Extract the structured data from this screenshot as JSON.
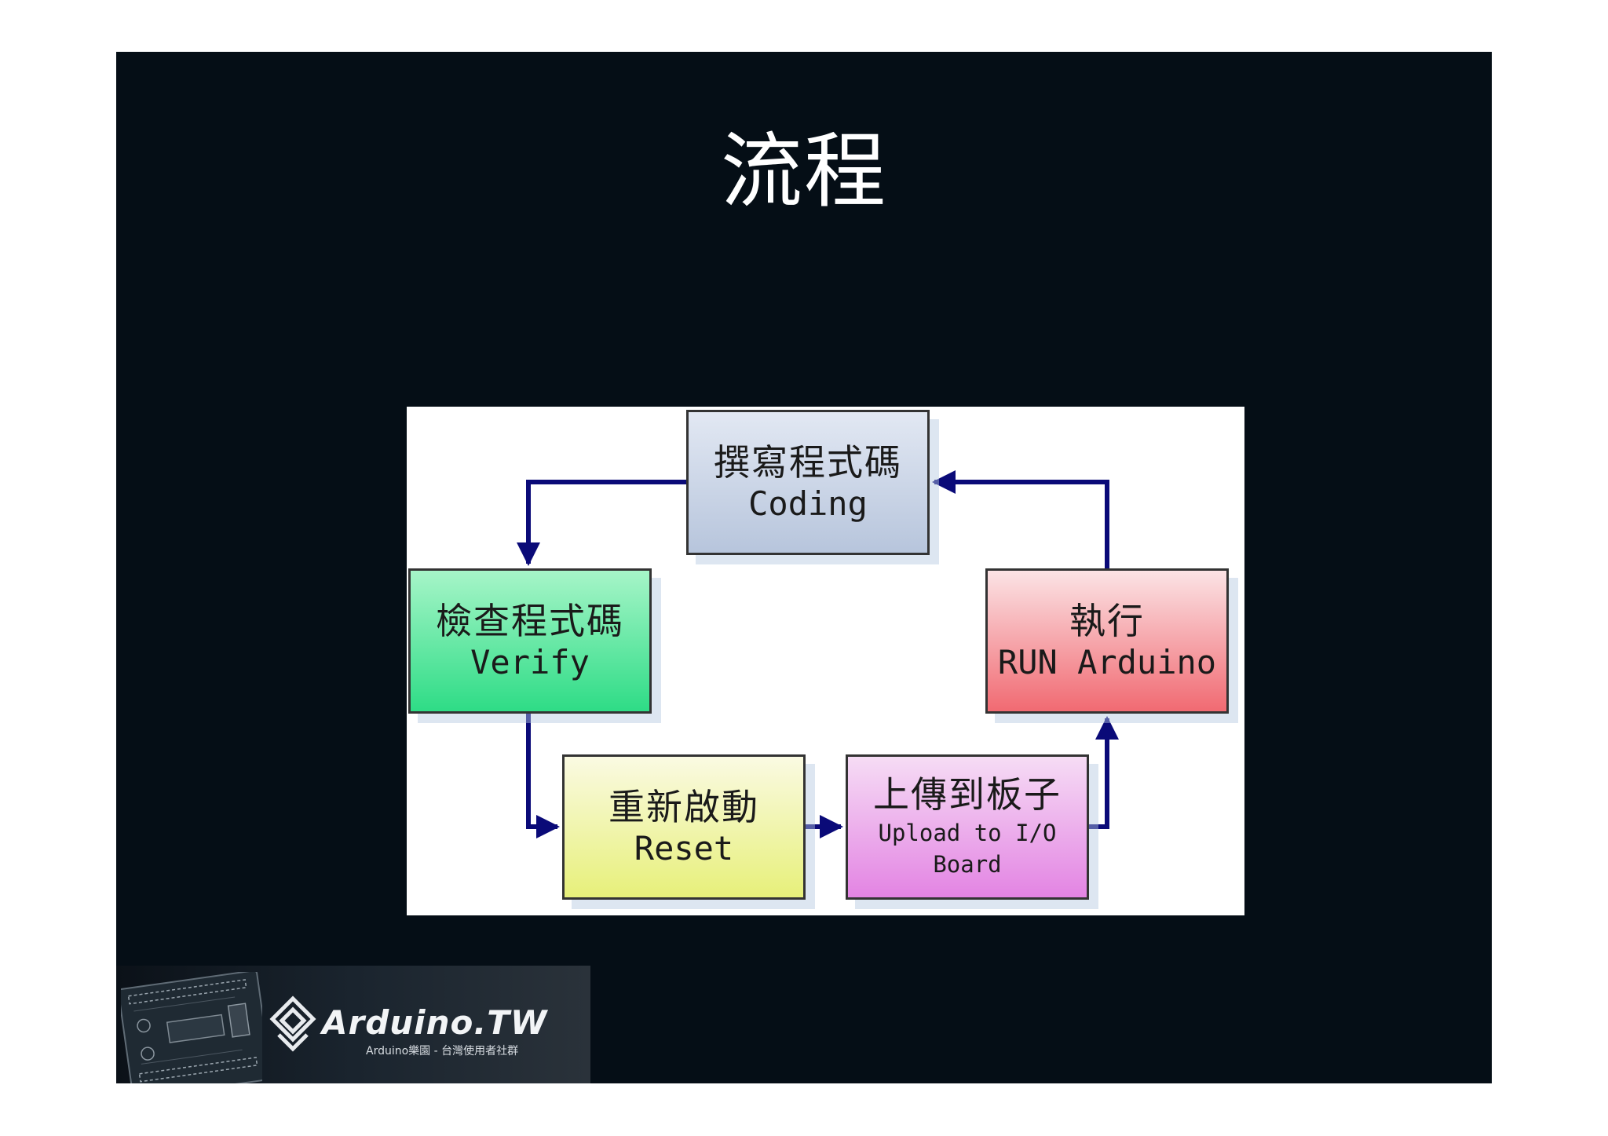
{
  "slide": {
    "title": "流程"
  },
  "diagram": {
    "nodes": [
      {
        "id": "coding",
        "zh": "撰寫程式碼",
        "en": "Coding",
        "color": "#b7c5dc"
      },
      {
        "id": "verify",
        "zh": "檢查程式碼",
        "en": "Verify",
        "color": "#2edc86"
      },
      {
        "id": "reset",
        "zh": "重新啟動",
        "en": "Reset",
        "color": "#e7f07a"
      },
      {
        "id": "upload",
        "zh": "上傳到板子",
        "en_line1": "Upload to I/O",
        "en_line2": "Board",
        "color": "#e384e3"
      },
      {
        "id": "run",
        "zh": "執行",
        "en": "RUN Arduino",
        "color": "#f16a72"
      }
    ],
    "flow": [
      "撰寫程式碼",
      "檢查程式碼",
      "重新啟動",
      "上傳到板子",
      "執行",
      "撰寫程式碼"
    ],
    "arrow_color": "#0a0a78"
  },
  "logo": {
    "name": "Arduino.TW",
    "tagline": "Arduino樂園 - 台灣使用者社群"
  }
}
